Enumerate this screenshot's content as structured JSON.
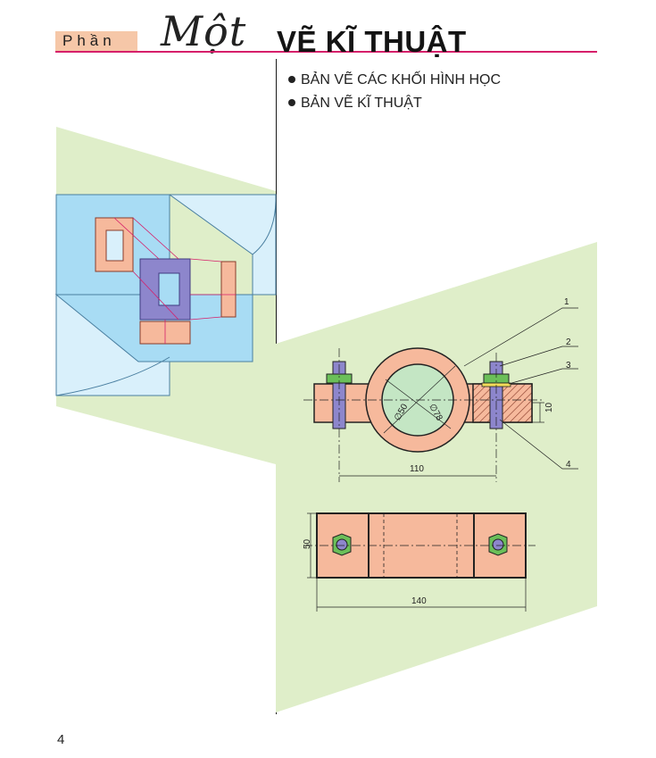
{
  "header": {
    "part_label": "Phần",
    "part_ordinal": "Một",
    "title": "VẼ KĨ THUẬT",
    "rule_color": "#d61f6a"
  },
  "topics": [
    {
      "label": "BẢN VẼ CÁC KHỐI HÌNH HỌC"
    },
    {
      "label": "BẢN VẼ KĨ THUẬT"
    }
  ],
  "drawing": {
    "callouts": [
      "1",
      "2",
      "3",
      "4"
    ],
    "dimensions": {
      "inner_diameter": "∅50",
      "outer_diameter": "∅78",
      "height": "10",
      "hole_spacing": "110",
      "width": "50",
      "length": "140"
    }
  },
  "page_number": "4",
  "colors": {
    "panel_green": "#dfeec9",
    "plane_blue": "#a8dcf4",
    "plane_light": "#d9f0fb",
    "part_salmon": "#f6b99c",
    "part_purple": "#8d86cc"
  }
}
